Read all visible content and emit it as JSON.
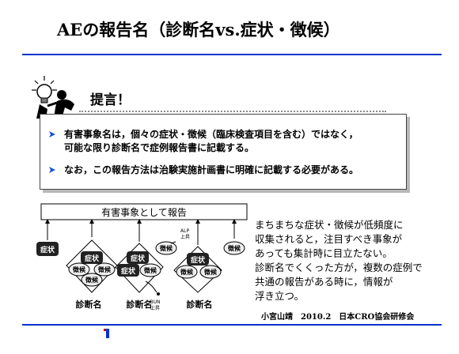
{
  "slide": {
    "title": "AEの報告名（診断名vs.症状・徴候）",
    "proposal_label": "提言！",
    "box": {
      "bullets": [
        "有害事象名は，個々の症状・徴候（臨床検査項目を含む）ではなく，",
        "可能な限り診断名で症例報告書に記載する。",
        "なお，この報告方法は治験実施計画書に明確に記載する必要がある。"
      ]
    },
    "diagram": {
      "header": "有害事象として報告",
      "symptom": "症状",
      "sign": "徴候",
      "diagnosis": "診断名",
      "alp": "ALP",
      "alp_rise": "上昇",
      "bun": "BUN",
      "bun_rise": "上昇"
    },
    "note_lines": [
      "まちまちな症状・徴候が低頻度に",
      "収集されると，注目すべき事象が",
      "あっても集計時に目立たない。",
      "診断名でくくった方が，複数の症例で",
      "共通の報告がある時に，情報が",
      "浮き立つ。"
    ],
    "footer": "小宮山靖　2010.2　日本CRO協会研修会"
  },
  "colors": {
    "accent": "#0033cc",
    "arrow": "#1a4fd6"
  }
}
